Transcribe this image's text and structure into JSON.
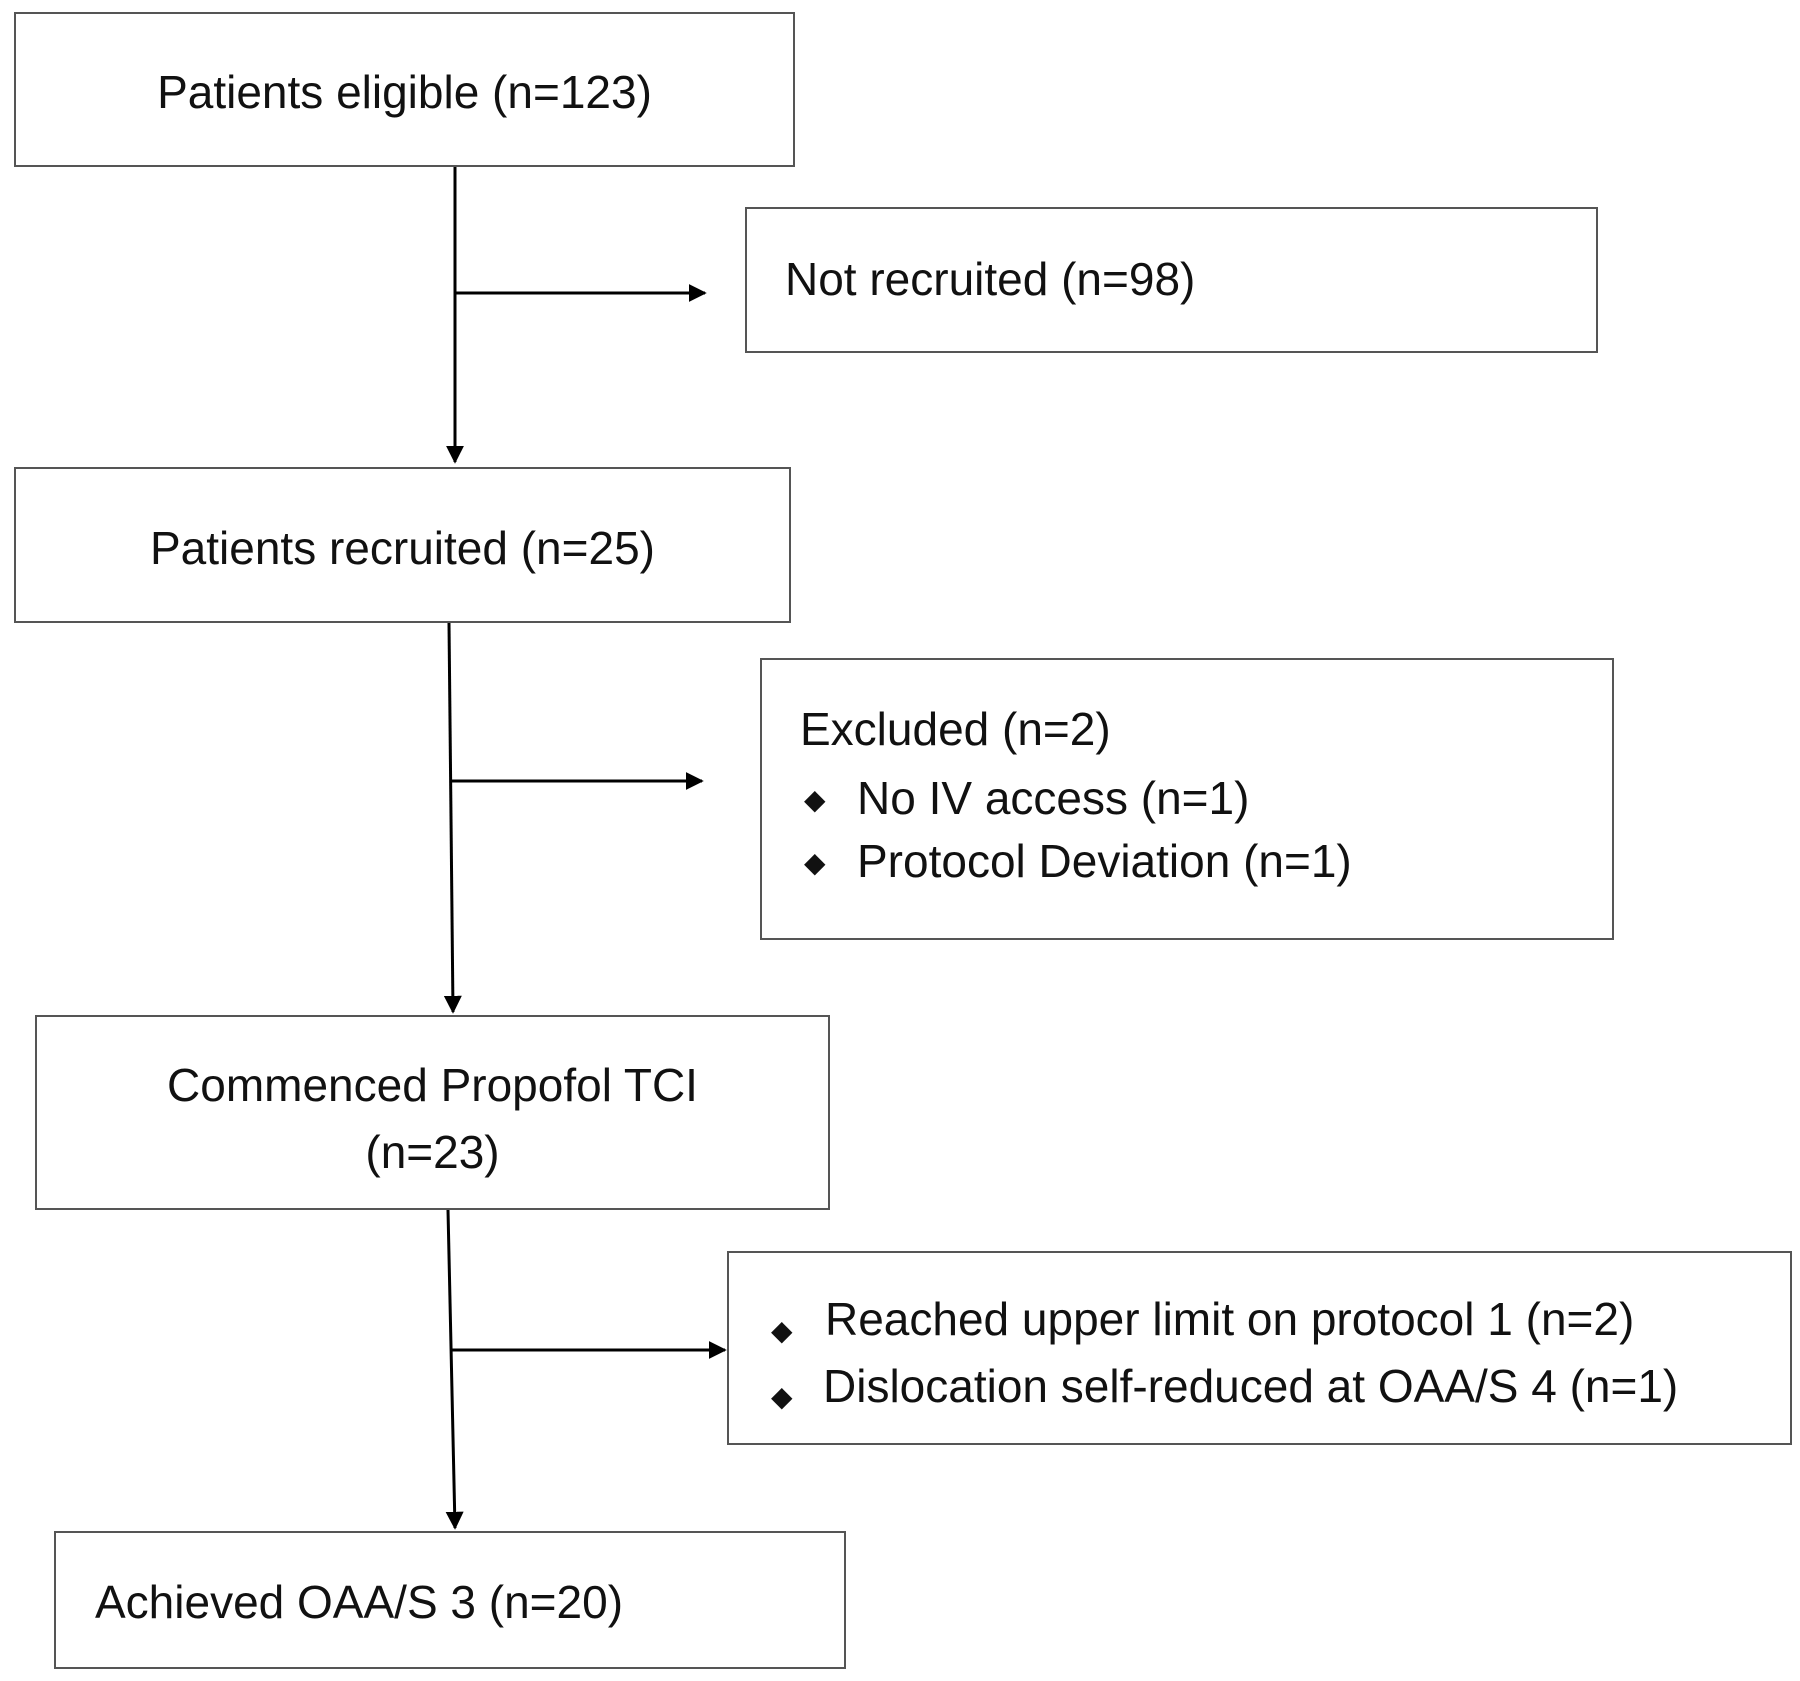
{
  "nodes": {
    "eligible": {
      "label": "Patients eligible (n=123)"
    },
    "not_recruited": {
      "label": "Not recruited (n=98)"
    },
    "recruited": {
      "label": "Patients recruited (n=25)"
    },
    "excluded": {
      "title": "Excluded (n=2)",
      "items": [
        "No IV access (n=1)",
        "Protocol Deviation (n=1)"
      ]
    },
    "commenced": {
      "line1": "Commenced Propofol TCI",
      "line2": "(n=23)"
    },
    "dropouts": {
      "items": [
        "Reached upper limit on protocol 1 (n=2)",
        "Dislocation self-reduced at OAA/S 4 (n=1)"
      ]
    },
    "achieved": {
      "label": "Achieved OAA/S 3 (n=20)"
    }
  },
  "style": {
    "line_color": "#000000",
    "border_color": "#555555",
    "bullet_icon": "diamond-bullet-icon"
  }
}
